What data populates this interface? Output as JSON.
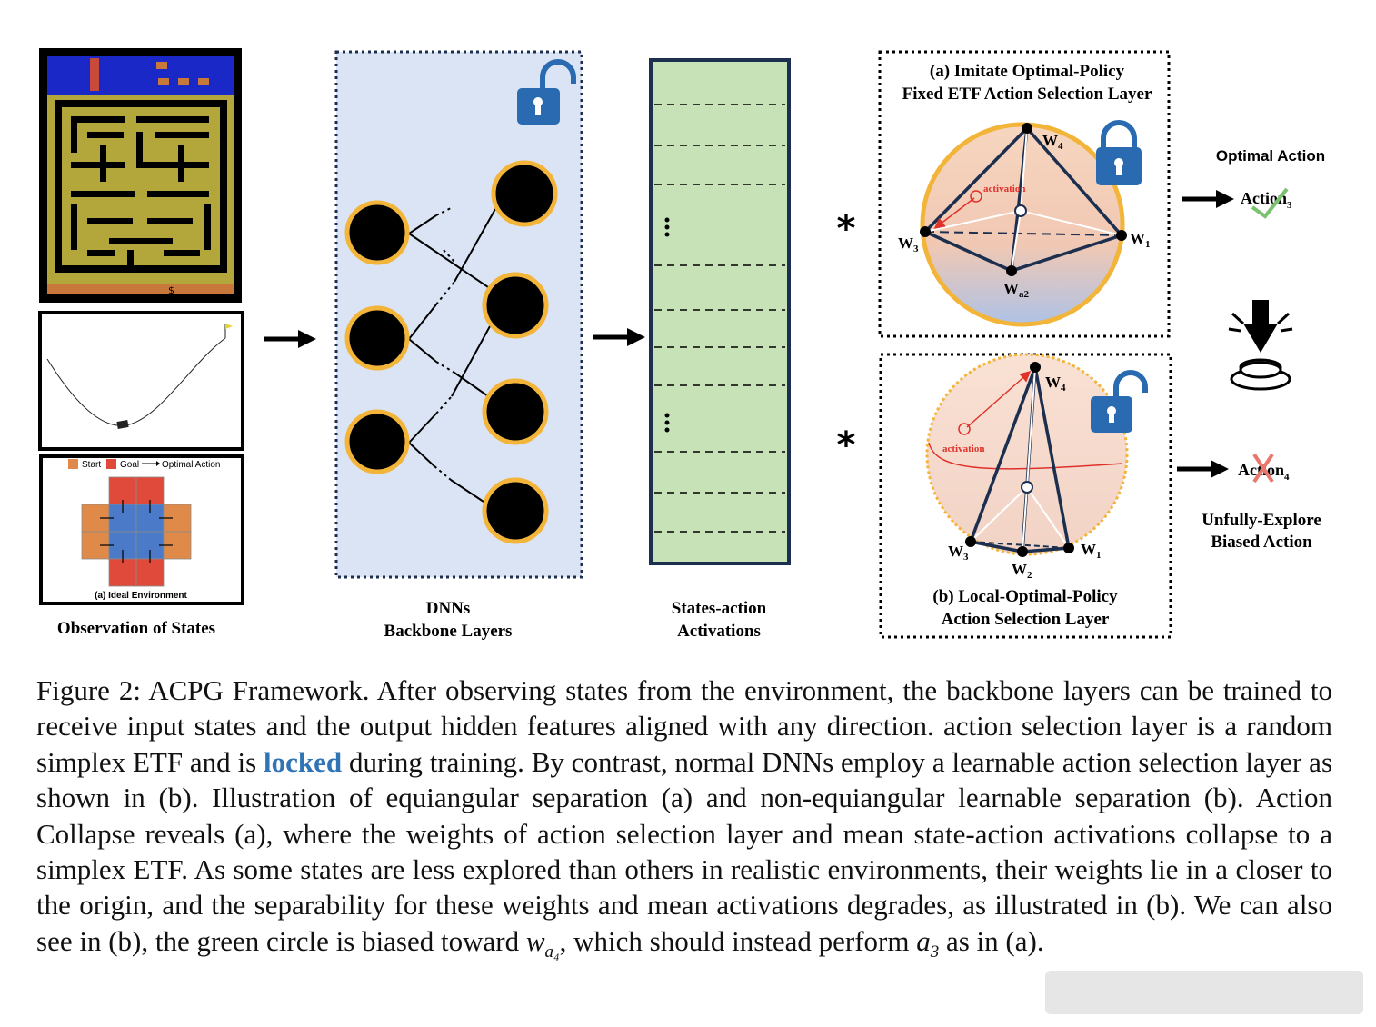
{
  "figure": {
    "observation_label": "Observation of States",
    "backbone_label_line1": "DNNs",
    "backbone_label_line2": "Backbone Layers",
    "activations_label_line1": "States-action",
    "activations_label_line2": "Activations",
    "panel_a_title_line1": "(a) Imitate Optimal-Policy",
    "panel_a_title_line2": "Fixed ETF Action Selection Layer",
    "panel_b_title_line1": "(b) Local-Optimal-Policy",
    "panel_b_title_line2": "Action Selection Layer",
    "activation_word": "activation",
    "vertex_labels_a": [
      "W",
      "W",
      "W",
      "W"
    ],
    "vertex_subs_a": [
      "4",
      "3",
      "1",
      "a2"
    ],
    "vertex_labels_b": [
      "W",
      "W",
      "W",
      "W"
    ],
    "vertex_subs_b": [
      "4",
      "3",
      "1",
      "2"
    ],
    "multiply_symbol": "*",
    "optimal_action_label": "Optimal Action",
    "action3_label": "Action",
    "action3_sub": "3",
    "action4_label": "Action",
    "action4_sub": "4",
    "biased_label_line1": "Unfully-Explore",
    "biased_label_line2": "Biased Action",
    "legend_start": "Start",
    "legend_goal": "Goal",
    "legend_optimal": "Optimal Action",
    "ideal_env_label": "(a) Ideal Environment",
    "maze_dollar": "$",
    "colors": {
      "network_bg": "#dbe4f4",
      "activation_bg": "#c6e2b6",
      "node_ring": "#f3b43a",
      "lock_blue": "#2a6ab0",
      "highlight": "#2f74b5",
      "check_green": "#7ac270",
      "cross_red": "#e8776d"
    }
  },
  "caption": {
    "prefix": "Figure 2: ACPG Framework. After observing states from the environment, the backbone layers can be trained to receive input states and the output hidden features aligned with any direction. action selection layer is a random simplex ETF and is ",
    "highlight": "locked",
    "middle": " during training. By contrast, normal DNNs employ a learnable action selection layer as shown in (b). Illustration of equiangular separation (a) and non-equiangular learnable separation (b).  Action Collapse reveals (a), where the weights of action selection layer and mean state-action activations collapse to a simplex ETF. As some states are less explored than others in realistic environments, their weights lie in a closer to the origin, and the separability for these weights and mean activations degrades, as illustrated in (b). We can also see in (b), the green circle is biased toward ",
    "math1": "w",
    "math1_sub": "a₄",
    "mid2": ", which should instead perform ",
    "math2": "a",
    "math2_sub": "3",
    "suffix": " as in (a)."
  }
}
